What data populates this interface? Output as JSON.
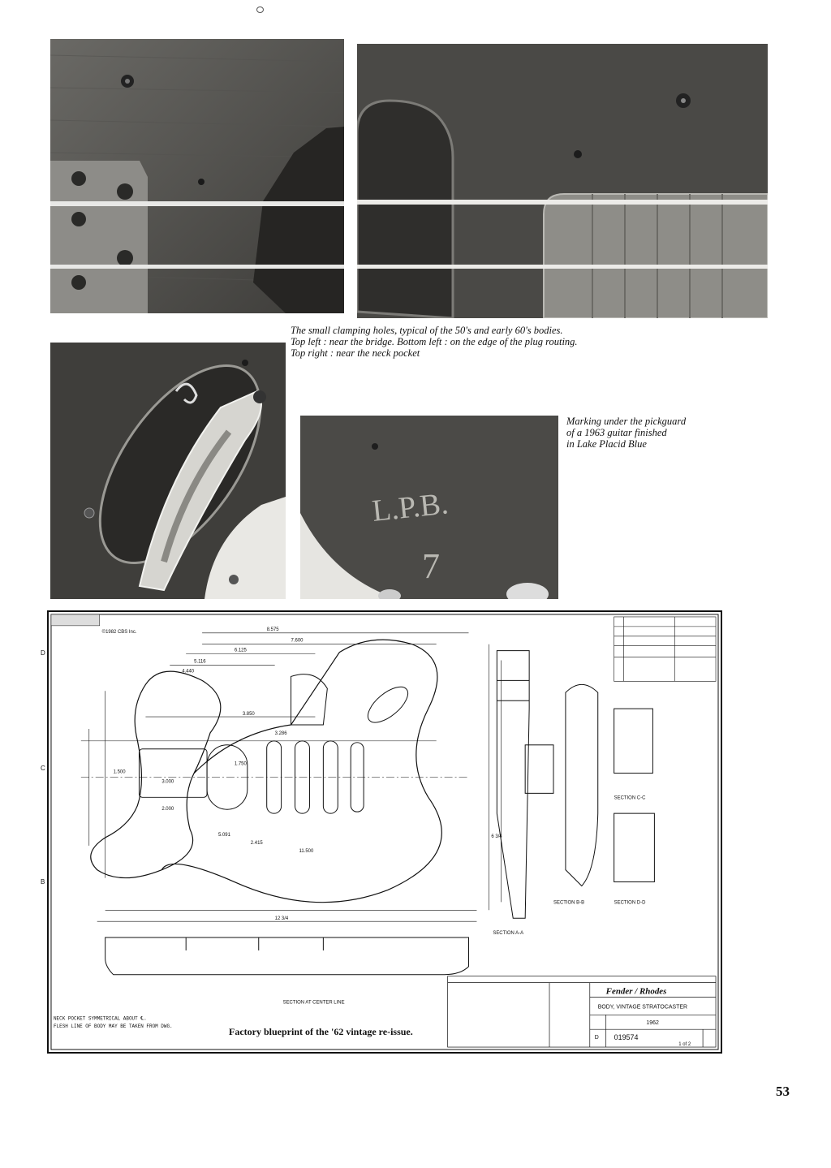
{
  "photo_captions": {
    "clamping_holes": [
      "The small clamping holes, typical of the 50's and early 60's bodies.",
      "Top left : near the bridge. Bottom left : on the edge of the plug routing.",
      "Top right : near the neck pocket"
    ],
    "pickguard_marking": [
      "Marking under the pickguard",
      "of a 1963 guitar finished",
      "in Lake Placid Blue"
    ]
  },
  "photo_marking_text": {
    "initials": "L.P.B.",
    "number": "7"
  },
  "blueprint": {
    "caption": "Factory blueprint of the '62 vintage re-issue.",
    "copyright": "©1982 CBS Inc.",
    "section_labels": [
      "SECTION C-C",
      "SECTION B-B",
      "SECTION D-D",
      "SECTION A-A",
      "SECTION AT CENTER LINE"
    ],
    "dimensions": [
      "8.575",
      "7.600",
      "6.125",
      "5.116",
      "4.440",
      "3.850",
      "3.286",
      "3.000",
      "2.000",
      "1.750",
      "1.500",
      "11.500",
      "2.415",
      "5.091",
      "6 3/4",
      "12 3/4"
    ],
    "border_letters": [
      "D",
      "C",
      "B"
    ],
    "title_block": {
      "brands": "Fender / Rhodes",
      "part_name": "BODY, VINTAGE STRATOCASTER",
      "year": "1962",
      "drawing_number": "019574",
      "size": "D",
      "sheet": "1 of 2"
    },
    "notes": [
      "NECK POCKET SYMMETRICAL ABOUT ℄.",
      "FLESH LINE OF BODY MAY BE TAKEN FROM DWG."
    ]
  },
  "page_number": "53"
}
